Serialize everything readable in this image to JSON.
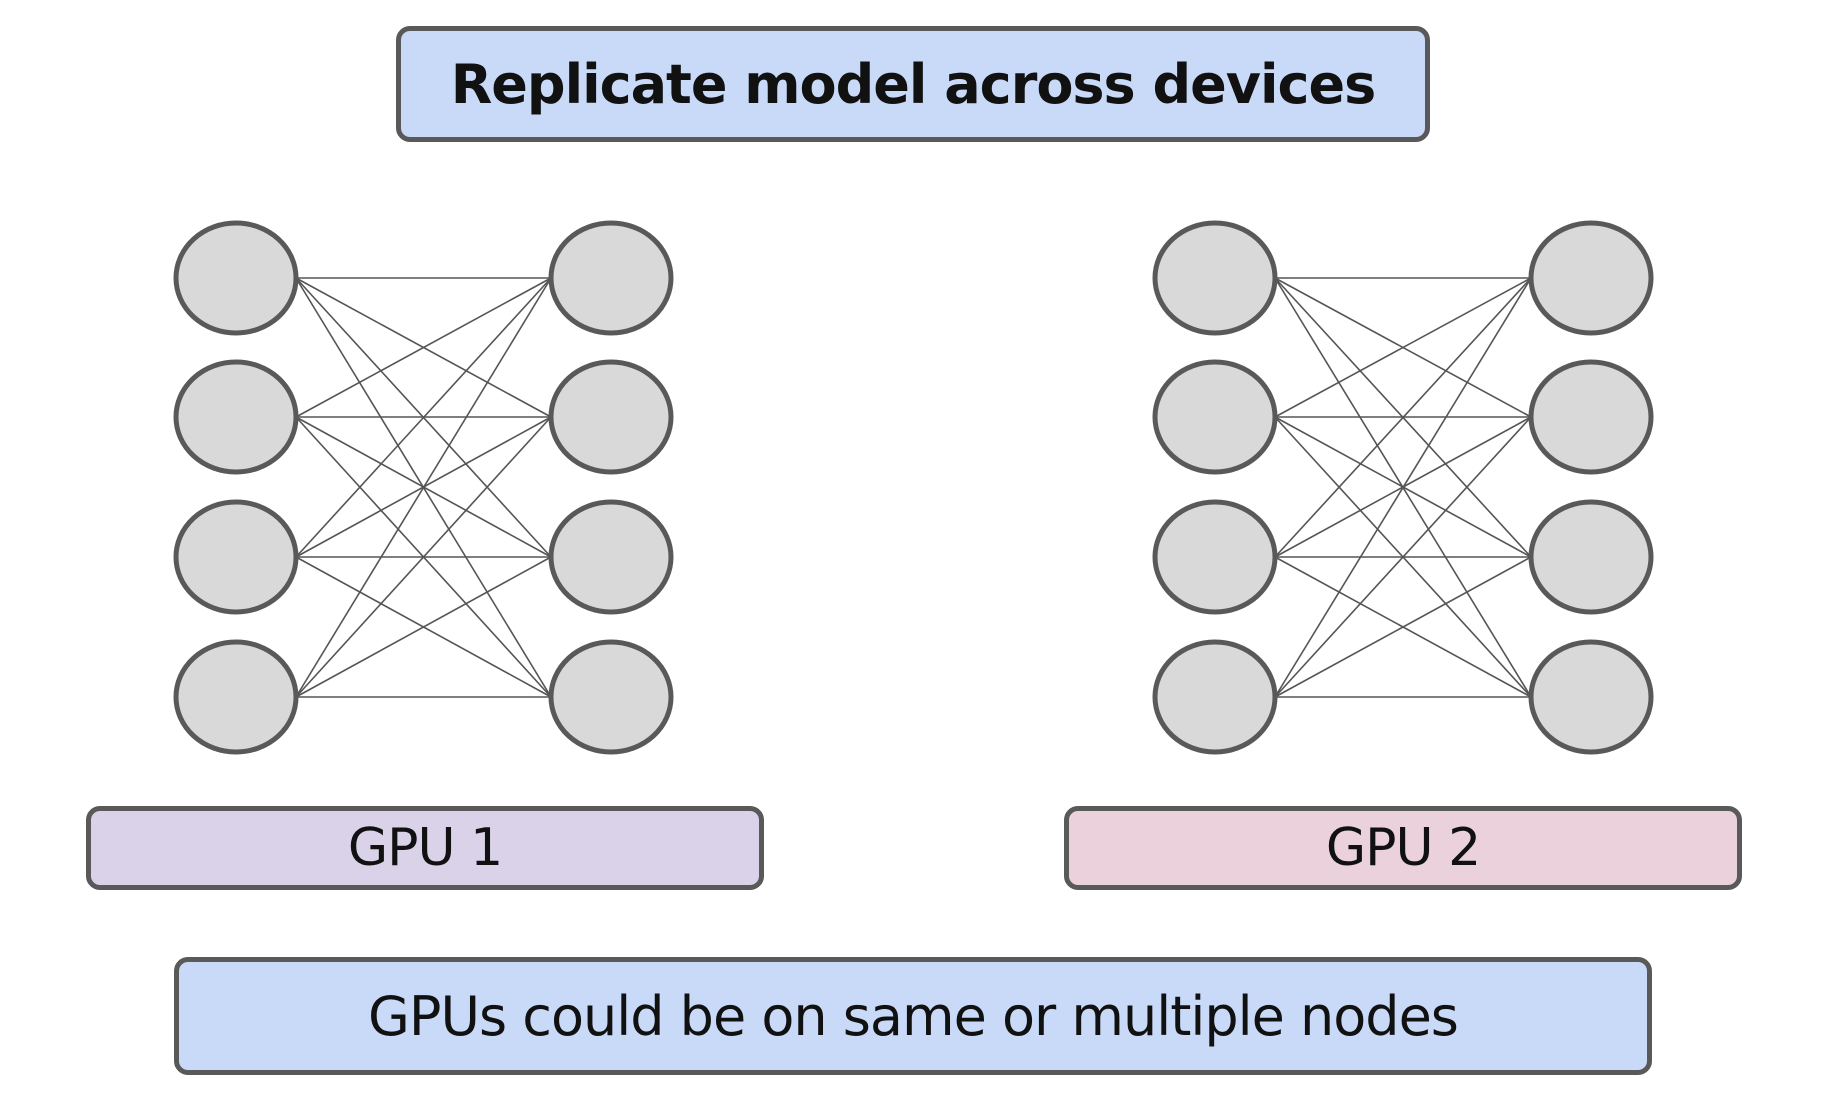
{
  "title": "Replicate model across devices",
  "devices": [
    {
      "label": "GPU 1",
      "color": "#d9d2e9"
    },
    {
      "label": "GPU 2",
      "color": "#ead1dc"
    }
  ],
  "note": "GPUs could be on same or multiple nodes",
  "colors": {
    "title_fill": "#c9daf8",
    "note_fill": "#c9daf8",
    "node_fill": "#d9d9d9",
    "border": "#595959"
  },
  "network": {
    "layers": [
      4,
      4
    ],
    "connections": "fully-connected",
    "replicas": 2
  }
}
